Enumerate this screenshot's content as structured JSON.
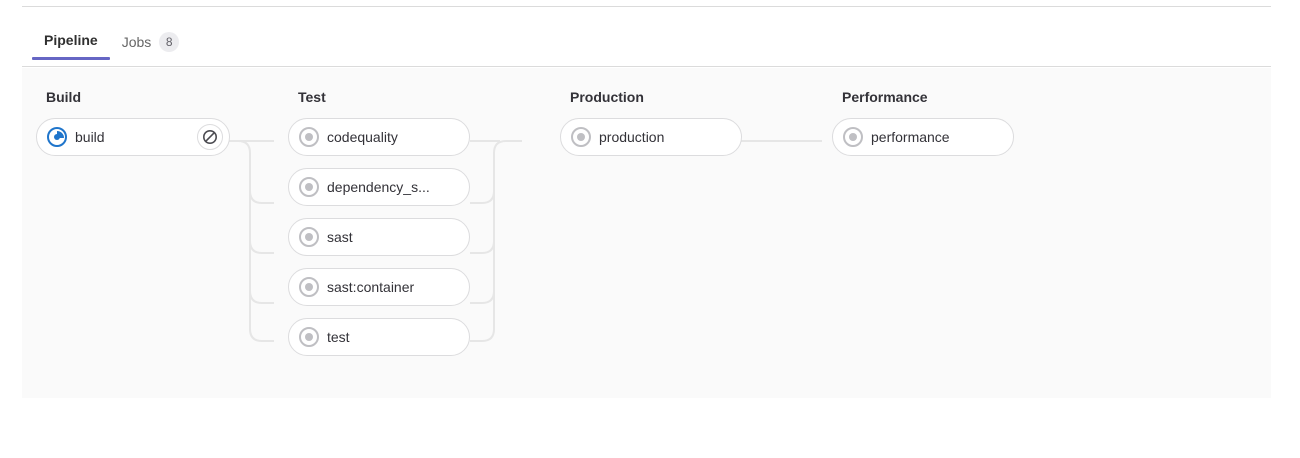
{
  "tabs": [
    {
      "label": "Pipeline",
      "active": true,
      "badge": null
    },
    {
      "label": "Jobs",
      "active": false,
      "badge": "8"
    }
  ],
  "accent_color": "#6666c4",
  "pipeline": {
    "stages": [
      {
        "name": "Build",
        "jobs": [
          {
            "name": "build",
            "status": "running",
            "status_icon": "status-running-icon",
            "action": "cancel",
            "action_icon": "cancel-icon"
          }
        ]
      },
      {
        "name": "Test",
        "jobs": [
          {
            "name": "codequality",
            "status": "created",
            "status_icon": "status-created-icon",
            "action": null
          },
          {
            "name": "dependency_s...",
            "status": "created",
            "status_icon": "status-created-icon",
            "action": null
          },
          {
            "name": "sast",
            "status": "created",
            "status_icon": "status-created-icon",
            "action": null
          },
          {
            "name": "sast:container",
            "status": "created",
            "status_icon": "status-created-icon",
            "action": null
          },
          {
            "name": "test",
            "status": "created",
            "status_icon": "status-created-icon",
            "action": null
          }
        ]
      },
      {
        "name": "Production",
        "jobs": [
          {
            "name": "production",
            "status": "created",
            "status_icon": "status-created-icon",
            "action": null
          }
        ]
      },
      {
        "name": "Performance",
        "jobs": [
          {
            "name": "performance",
            "status": "created",
            "status_icon": "status-created-icon",
            "action": null
          }
        ]
      }
    ]
  }
}
